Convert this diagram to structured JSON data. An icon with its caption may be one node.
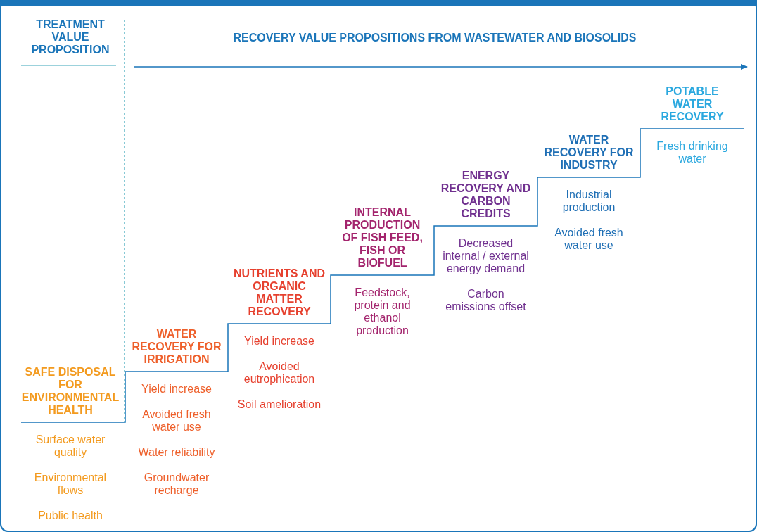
{
  "diagram": {
    "title": "RECOVERY VALUE PROPOSITIONS FROM WASTEWATER AND BIOSOLIDS",
    "nodes": [
      {
        "text": [
          "SAFE DISPOSAL FOR ENVIRONMENTAL HEALTH",
          "Surface water quality",
          "Environmental flows",
          "Public health"
        ]
      },
      {
        "text": [
          "WATER RECOVERY FOR IRRIGATION",
          "Yield increase",
          "Avoided fresh water use",
          "Water reliability",
          "Groundwater recharge"
        ]
      },
      {
        "text": [
          "NUTRIENTS AND ORGANIC MATTER RECOVERY",
          "Yield increase",
          "Avoided eutrophication",
          "Soil amelioration"
        ]
      },
      {
        "text": [
          "INTERNAL PRODUCTION OF FISH FEED, FISH OR BIOFUEL",
          "Feedstock, protein and ethanol production"
        ]
      },
      {
        "text": [
          "ENERGY RECOVERY AND CARBON CREDITS",
          "Decreased internal / external energy demand",
          "Carbon emissions offset"
        ]
      },
      {
        "text": [
          "WATER RECOVERY FOR INDUSTRY",
          "Industrial production",
          "Avoided fresh water use"
        ]
      },
      {
        "text": [
          "POTABLE WATER RECOVERY",
          "Fresh drinking water"
        ]
      }
    ],
    "labels": [
      "TREATMENT VALUE PROPOSITION"
    ]
  }
}
